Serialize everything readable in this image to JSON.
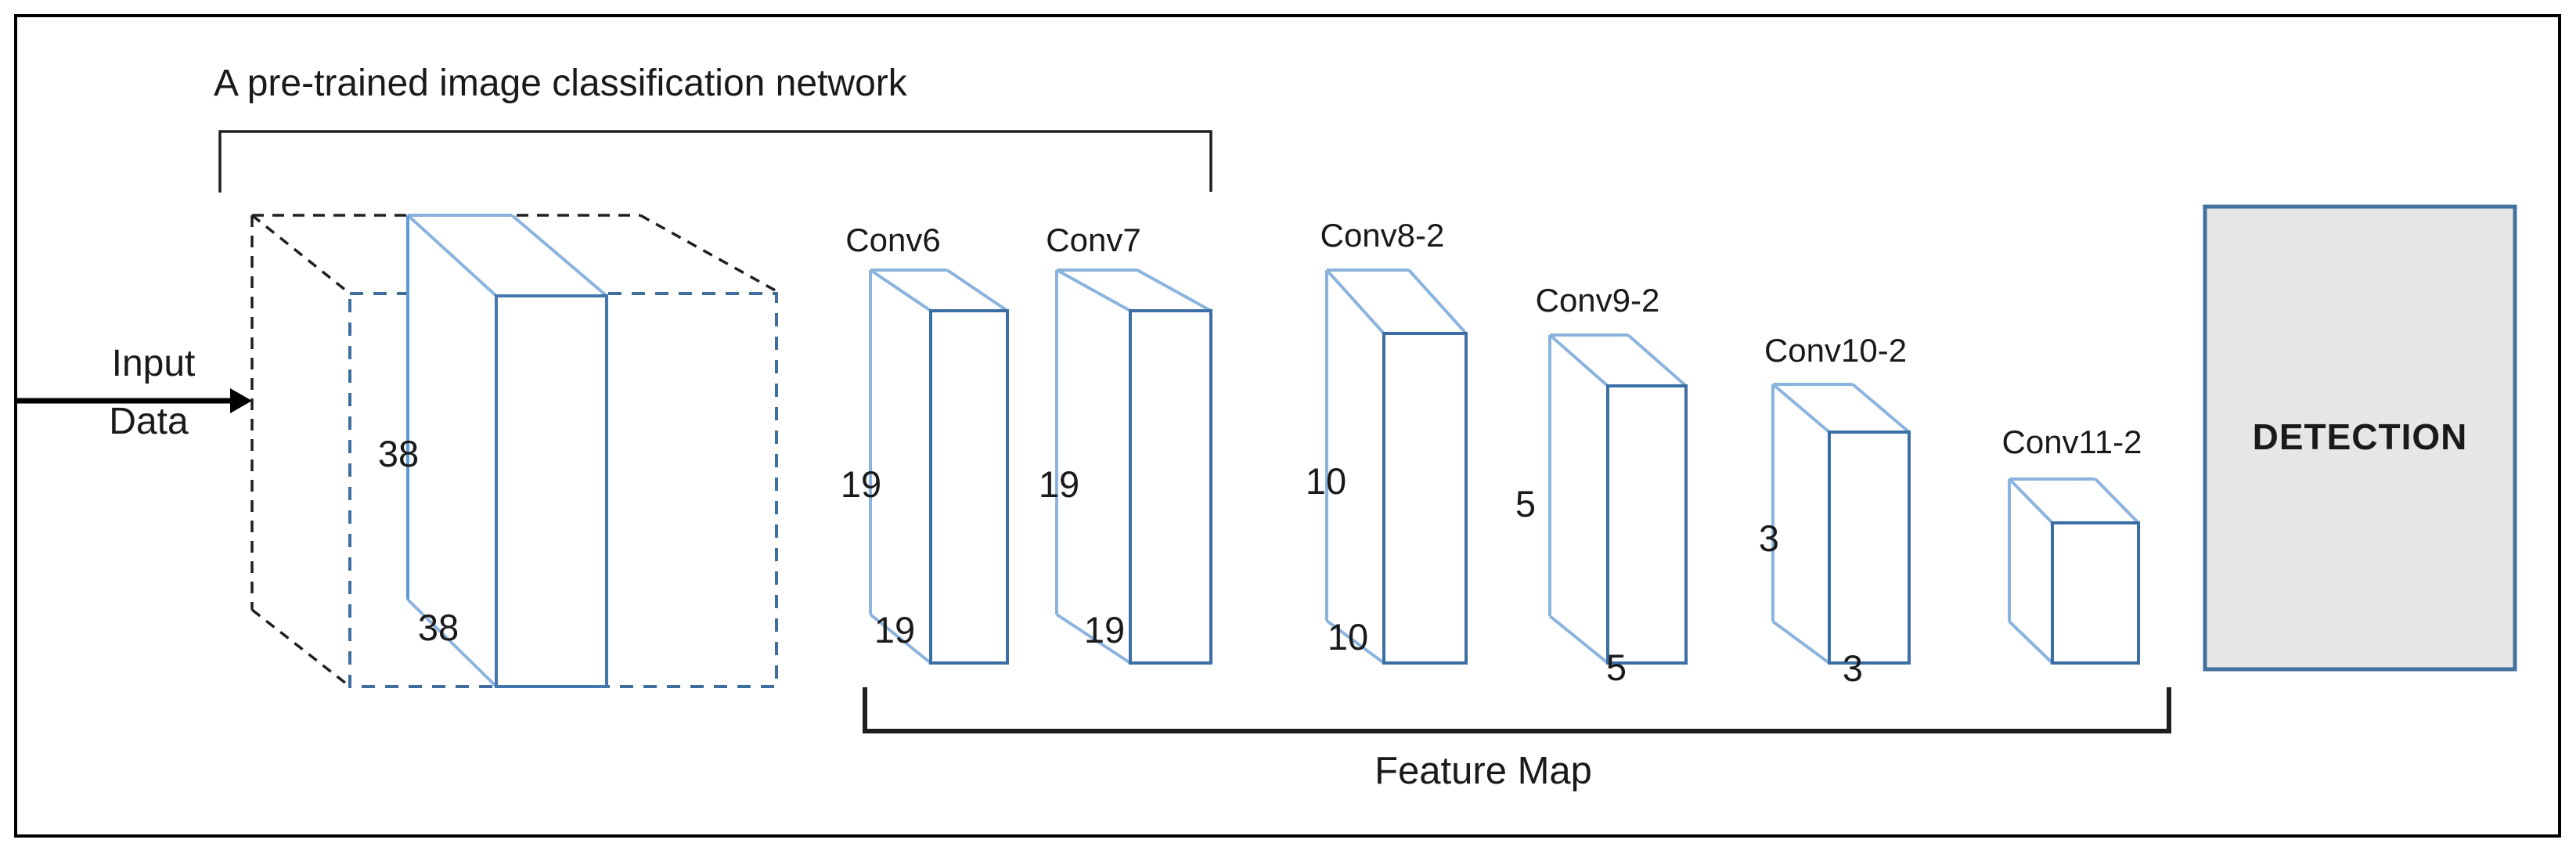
{
  "diagram": {
    "title": "A pre-trained image classification network",
    "input": {
      "line1": "Input",
      "line2": "Data"
    },
    "input_volume": {
      "height_label": "38",
      "width_label": "38"
    },
    "layers": [
      {
        "name": "Conv6",
        "height_label": "19",
        "width_label": "19"
      },
      {
        "name": "Conv7",
        "height_label": "19",
        "width_label": "19"
      },
      {
        "name": "Conv8-2",
        "height_label": "10",
        "width_label": "10"
      },
      {
        "name": "Conv9-2",
        "height_label": "5",
        "width_label": "5"
      },
      {
        "name": "Conv10-2",
        "height_label": "3",
        "width_label": "3"
      },
      {
        "name": "Conv11-2"
      }
    ],
    "feature_map_label": "Feature Map",
    "detection": {
      "label": "DETECTION"
    },
    "colors": {
      "edge_light_blue": "#8AB4DE",
      "edge_mid_blue": "#4E86C4",
      "edge_front_blue": "#3A6EA5",
      "dashed_blue": "#3E6E9E",
      "dashed_black": "#1f1f1f",
      "bracket_black": "#1f1f1f",
      "detection_fill": "#E7E6E6",
      "detection_border": "#41719C"
    }
  }
}
